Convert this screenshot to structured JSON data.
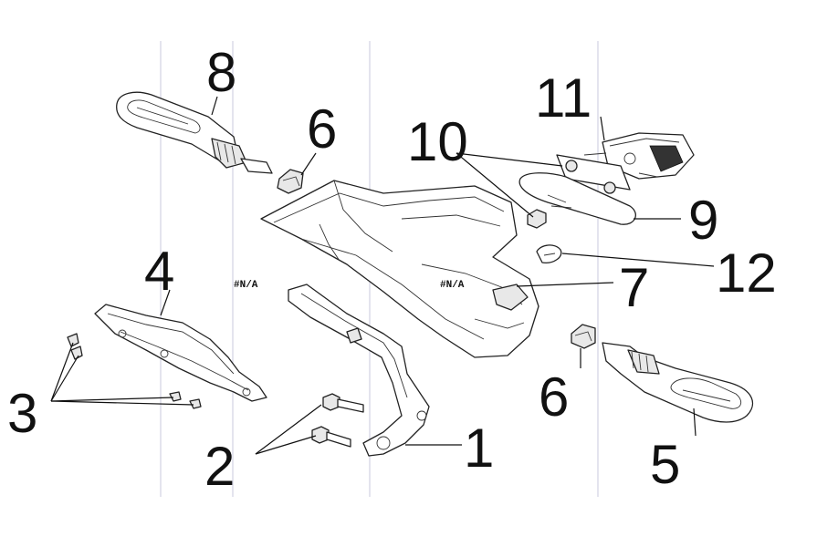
{
  "labels": {
    "l1": "1",
    "l2": "2",
    "l3": "3",
    "l4": "4",
    "l5": "5",
    "l6a": "6",
    "l6b": "6",
    "l7": "7",
    "l8": "8",
    "l9": "9",
    "l10": "10",
    "l11": "11",
    "l12": "12"
  },
  "placeholders": {
    "na_left": "#N/A",
    "na_right": "#N/A"
  }
}
